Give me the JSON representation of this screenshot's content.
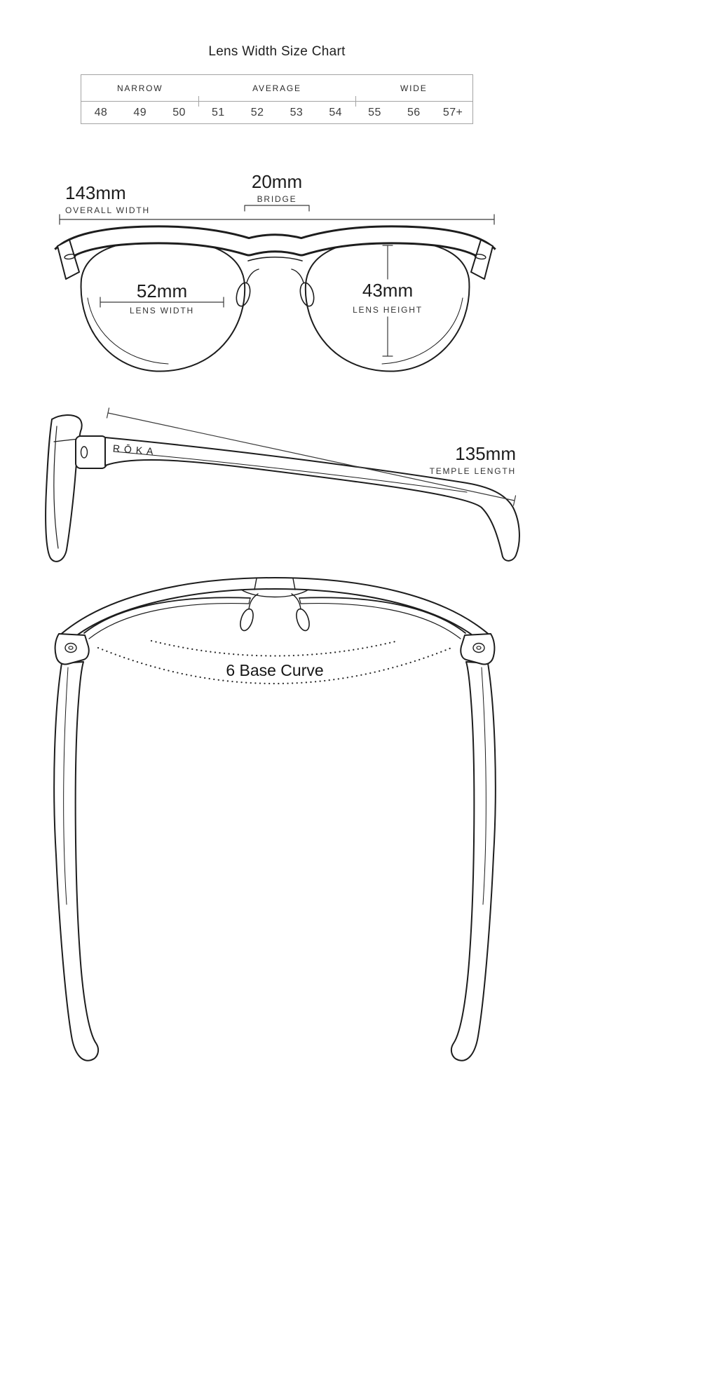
{
  "page": {
    "title": "Lens Width Size Chart"
  },
  "size_table": {
    "categories": [
      {
        "label": "NARROW",
        "sizes": [
          "48",
          "49",
          "50"
        ]
      },
      {
        "label": "AVERAGE",
        "sizes": [
          "51",
          "52",
          "53",
          "54"
        ]
      },
      {
        "label": "WIDE",
        "sizes": [
          "55",
          "56",
          "57+"
        ]
      }
    ]
  },
  "front_view": {
    "overall_width": {
      "value": "143mm",
      "label": "OVERALL WIDTH"
    },
    "bridge": {
      "value": "20mm",
      "label": "BRIDGE"
    },
    "lens_width": {
      "value": "52mm",
      "label": "LENS WIDTH"
    },
    "lens_height": {
      "value": "43mm",
      "label": "LENS HEIGHT"
    }
  },
  "side_view": {
    "brand_logo": "RŌKA",
    "temple_length": {
      "value": "135mm",
      "label": "TEMPLE LENGTH"
    }
  },
  "top_view": {
    "base_curve": "6 Base Curve"
  },
  "colors": {
    "ink": "#1d1d1d",
    "measure_line": "#3a3a3a",
    "table_border": "#a3a3a3"
  }
}
